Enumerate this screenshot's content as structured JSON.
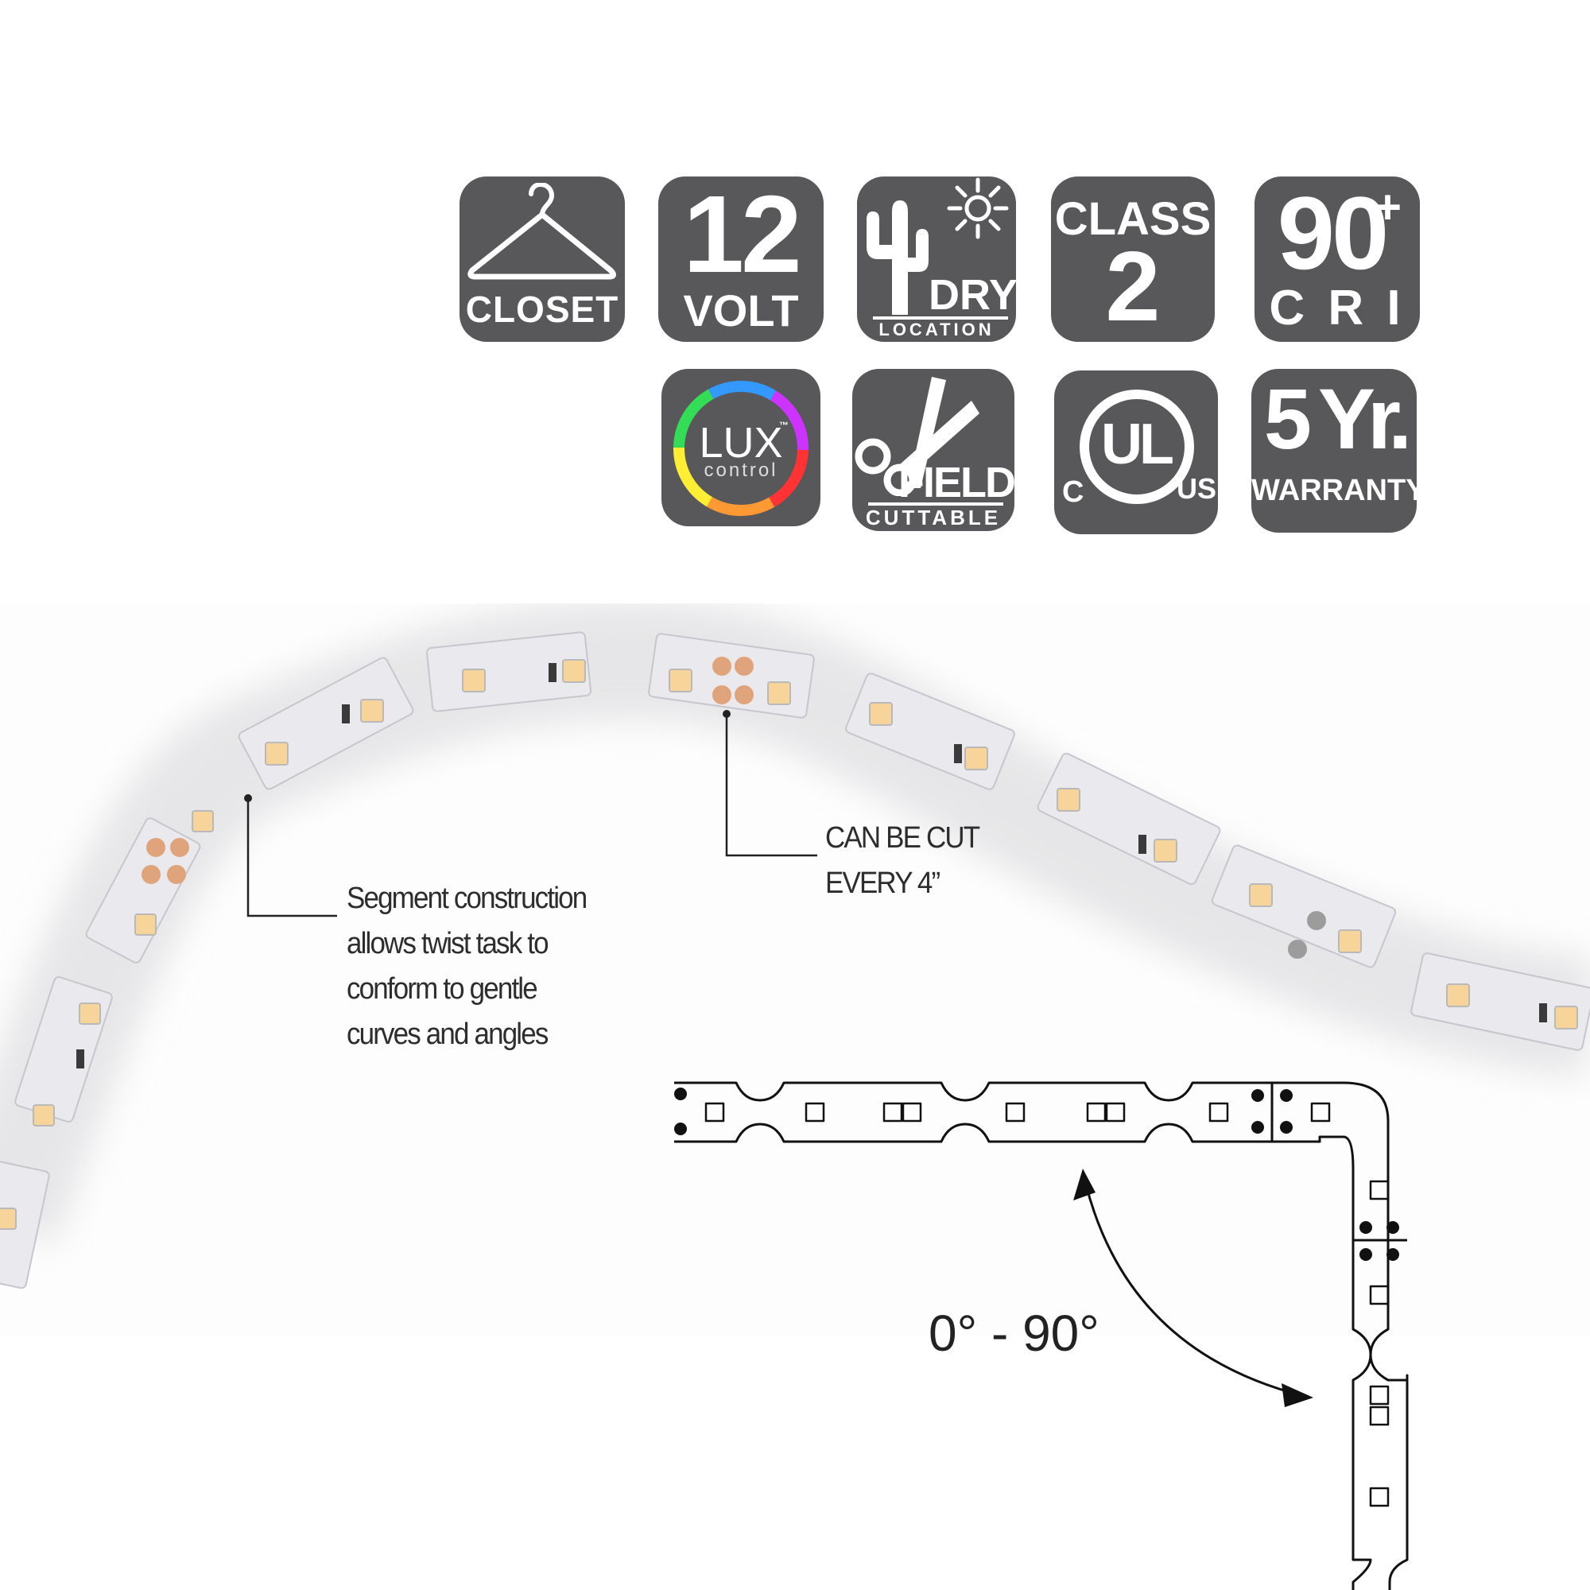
{
  "badges": {
    "closet": {
      "label": "CLOSET"
    },
    "volt": {
      "number": "12",
      "unit": "VOLT"
    },
    "dry": {
      "label": "DRY",
      "sub": "LOCATION"
    },
    "class2": {
      "label": "CLASS",
      "number": "2"
    },
    "cri": {
      "number": "90",
      "plus": "+",
      "label": "C R I"
    },
    "lux": {
      "main": "LUX",
      "tm": "™",
      "sub": "control"
    },
    "field": {
      "label": "FIELD",
      "sub": "CUTTABLE"
    },
    "ul": {
      "mark": "UL",
      "left": "C",
      "right": "US"
    },
    "warranty": {
      "number": "5 Yr.",
      "label": "WARRANTY"
    }
  },
  "callouts": {
    "segment": {
      "lines": [
        "Segment construction",
        "allows twist task to",
        "conform to gentle",
        "curves and angles"
      ]
    },
    "cut": {
      "lines": [
        "CAN BE CUT",
        "EVERY 4”"
      ]
    }
  },
  "diagram": {
    "angle_label": "0° - 90°"
  },
  "colors": {
    "badge_bg": "#58585a",
    "strip_body": "#e9e9ee",
    "solder_pad": "#e0a47c",
    "led": "#f6d49a"
  }
}
